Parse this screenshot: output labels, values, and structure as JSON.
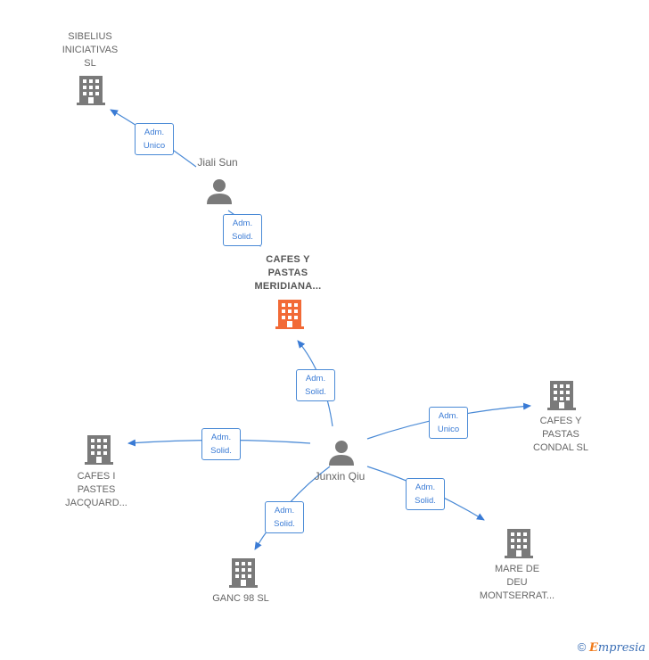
{
  "nodes": {
    "sibelius": {
      "label": "SIBELIUS\nINICIATIVAS\nSL",
      "type": "company",
      "color": "#7a7a7a"
    },
    "jiali": {
      "label": "Jiali Sun",
      "type": "person",
      "color": "#7a7a7a"
    },
    "cafes_meridiana": {
      "label": "CAFES Y\nPASTAS\nMERIDIANA...",
      "type": "company",
      "color": "#f26a36"
    },
    "junxin": {
      "label": "Junxin Qiu",
      "type": "person",
      "color": "#7a7a7a"
    },
    "cafes_condal": {
      "label": "CAFES Y\nPASTAS\nCONDAL  SL",
      "type": "company",
      "color": "#7a7a7a"
    },
    "cafes_jacquard": {
      "label": "CAFES I\nPASTES\nJACQUARD...",
      "type": "company",
      "color": "#7a7a7a"
    },
    "ganc": {
      "label": "GANC 98 SL",
      "type": "company",
      "color": "#7a7a7a"
    },
    "mare": {
      "label": "MARE DE\nDEU\nMONTSERRAT...",
      "type": "company",
      "color": "#7a7a7a"
    }
  },
  "edges": [
    {
      "from": "jiali",
      "to": "sibelius",
      "label": "Adm.\nUnico"
    },
    {
      "from": "jiali",
      "to": "cafes_meridiana",
      "label": "Adm.\nSolid."
    },
    {
      "from": "junxin",
      "to": "cafes_meridiana",
      "label": "Adm.\nSolid."
    },
    {
      "from": "junxin",
      "to": "cafes_condal",
      "label": "Adm.\nUnico"
    },
    {
      "from": "junxin",
      "to": "cafes_jacquard",
      "label": "Adm.\nSolid."
    },
    {
      "from": "junxin",
      "to": "ganc",
      "label": "Adm.\nSolid."
    },
    {
      "from": "junxin",
      "to": "mare",
      "label": "Adm.\nSolid."
    }
  ],
  "footer": {
    "copyright_symbol": "©",
    "brand_first": "E",
    "brand_rest": "mpresia"
  },
  "colors": {
    "edge": "#4a8ad6",
    "accent": "#f26a36",
    "icon": "#7a7a7a"
  }
}
